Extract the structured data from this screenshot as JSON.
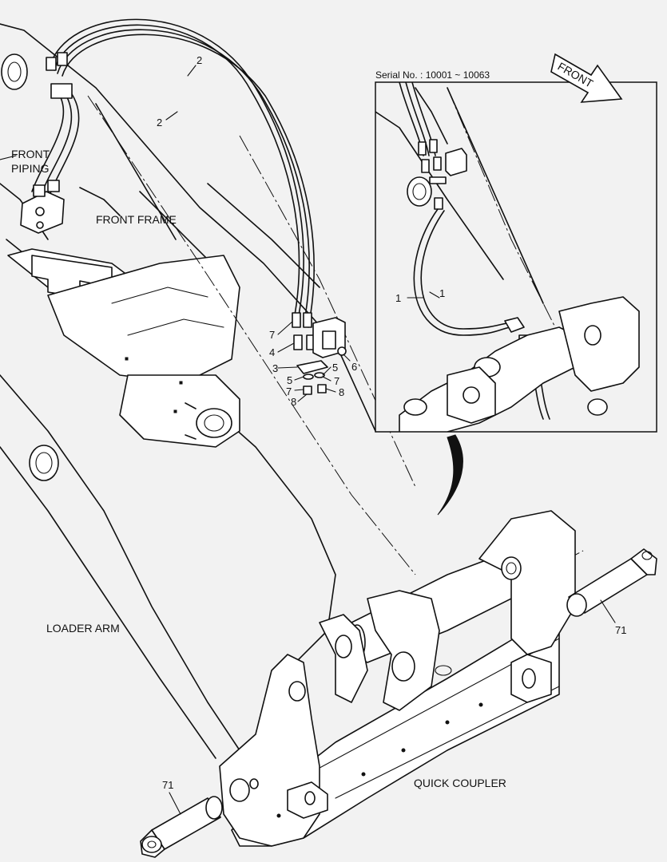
{
  "labels": {
    "front_piping": [
      "FRONT",
      "PIPING"
    ],
    "front_frame": "FRONT FRAME",
    "loader_arm": "LOADER ARM",
    "quick_coupler": "QUICK COUPLER",
    "front_arrow": "FRONT",
    "serial": "Serial No. : 10001 ~ 10063"
  },
  "callouts": {
    "hose_2a": "2",
    "hose_2b": "2",
    "hose_1a": "1",
    "hose_1b": "1",
    "c7a": "7",
    "c4": "4",
    "c3": "3",
    "c5a": "5",
    "c6": "6",
    "c5b": "5",
    "c7b": "7",
    "c7c": "7",
    "c8a": "8",
    "c8b": "8",
    "pin_71_right": "71",
    "pin_71_left": "71"
  },
  "colors": {
    "background": "#f2f2f2",
    "line": "#111111",
    "fill": "#ffffff"
  }
}
